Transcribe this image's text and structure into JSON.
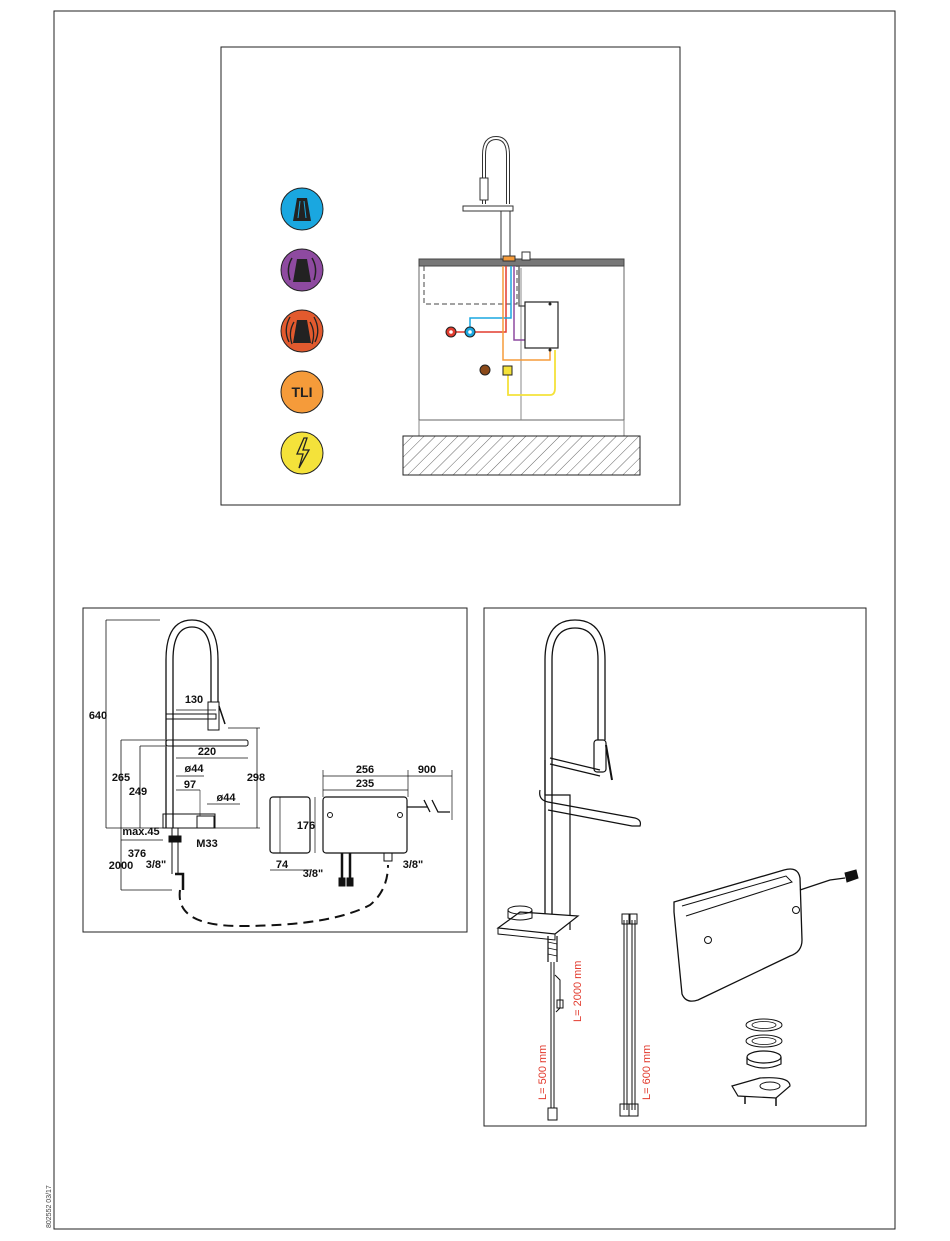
{
  "legend": {
    "icons": [
      {
        "name": "cold-water-icon",
        "color": "#1aa7e0"
      },
      {
        "name": "warm-water-icon",
        "color": "#8e4aa0"
      },
      {
        "name": "hot-water-icon",
        "color": "#e25a2e"
      },
      {
        "name": "tli-icon",
        "color": "#f59b3a",
        "label": "TLI"
      },
      {
        "name": "electric-icon",
        "color": "#f4e23a"
      }
    ]
  },
  "dimensions": {
    "d640": "640",
    "d130": "130",
    "d220": "220",
    "d265": "265",
    "d249": "249",
    "d298": "298",
    "d44a": "ø44",
    "d97": "97",
    "d44b": "ø44",
    "max45": "max.45",
    "m33": "M33",
    "d376": "376",
    "d2000": "2000",
    "inch_a": "3/8\"",
    "d176": "176",
    "d74": "74",
    "d256": "256",
    "d235": "235",
    "d900": "900",
    "inch_b": "3/8\"",
    "inch_c": "3/8\""
  },
  "parts": {
    "l500": "L= 500 mm",
    "l2000": "L= 2000 mm",
    "l600": "L= 600 mm"
  },
  "footer": {
    "doc_code": "802552 03/17"
  }
}
